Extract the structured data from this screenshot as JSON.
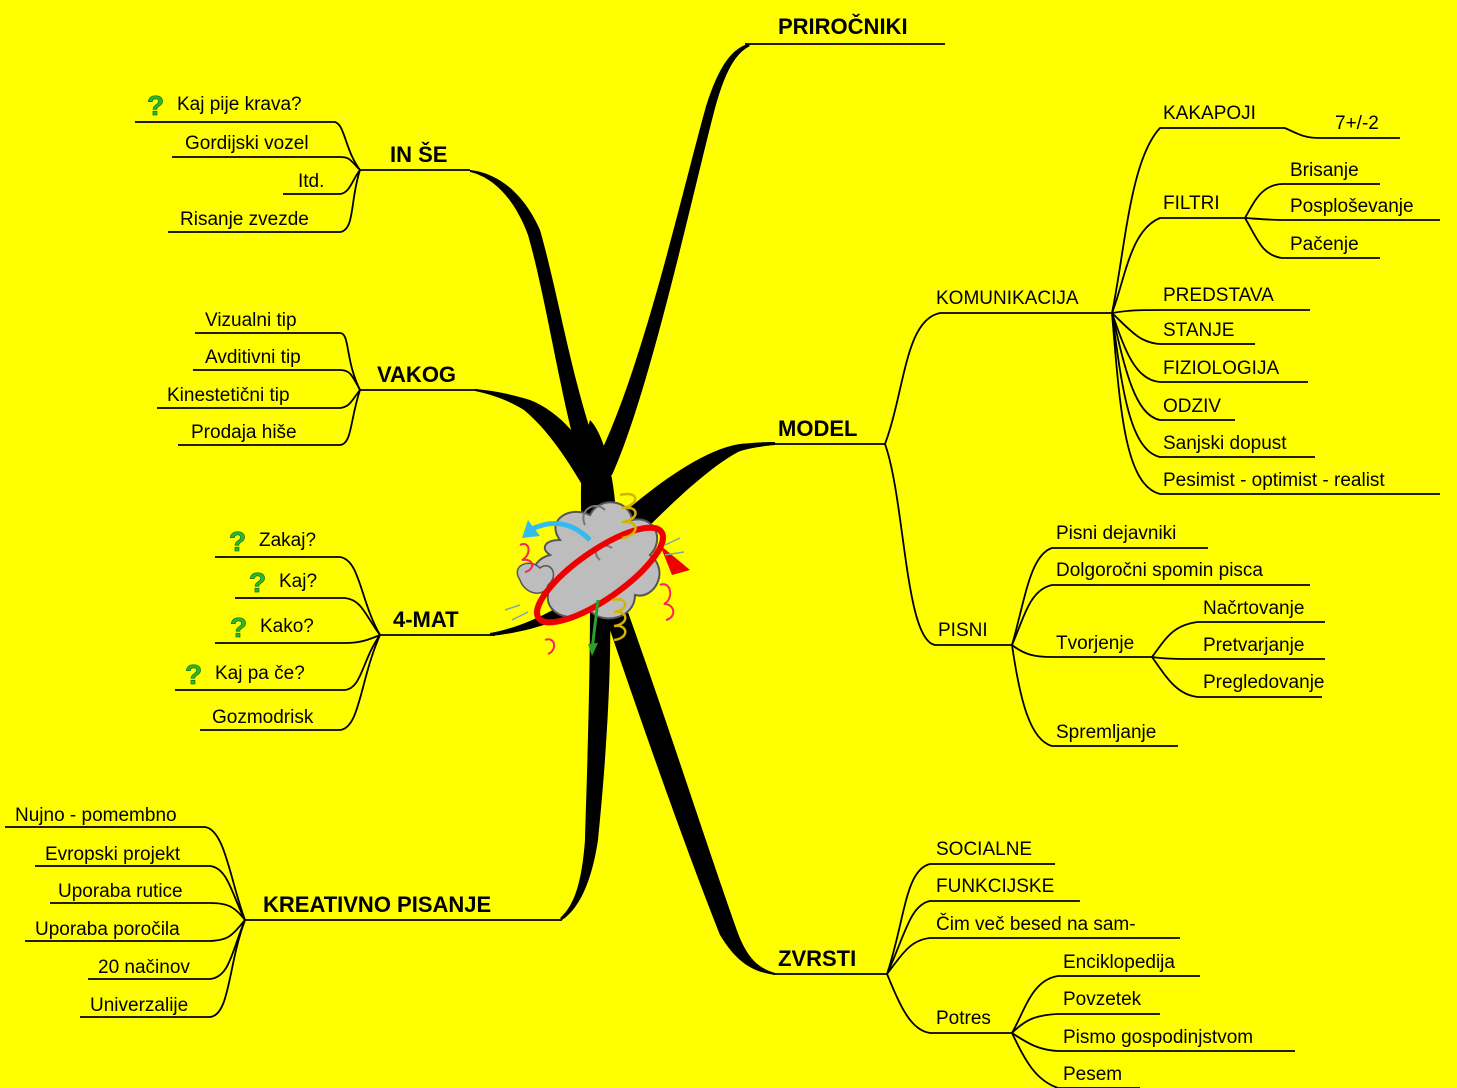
{
  "colors": {
    "background": "#FFFF00",
    "line": "#000000",
    "question_icon": "#2DB82D"
  },
  "center_icon": "explosion-icon",
  "branches": {
    "prirocniki": {
      "title": "PRIROČNIKI"
    },
    "in_se": {
      "title": "IN ŠE",
      "items": [
        {
          "label": "Kaj pije krava?",
          "icon": "question-icon"
        },
        {
          "label": "Gordijski vozel"
        },
        {
          "label": "Itd."
        },
        {
          "label": "Risanje zvezde"
        }
      ]
    },
    "vakog": {
      "title": "VAKOG",
      "items": [
        "Vizualni tip",
        "Avditivni tip",
        "Kinestetični tip",
        "Prodaja hiše"
      ]
    },
    "four_mat": {
      "title": "4-MAT",
      "items": [
        {
          "label": "Zakaj?",
          "icon": "question-icon"
        },
        {
          "label": "Kaj?",
          "icon": "question-icon"
        },
        {
          "label": "Kako?",
          "icon": "question-icon"
        },
        {
          "label": "Kaj pa če?",
          "icon": "question-icon"
        },
        {
          "label": "Gozmodrisk"
        }
      ]
    },
    "kreativno": {
      "title": "KREATIVNO PISANJE",
      "items": [
        "Nujno - pomembno",
        "Evropski projekt",
        "Uporaba rutice",
        "Uporaba poročila",
        "20 načinov",
        "Univerzalije"
      ]
    },
    "model": {
      "title": "MODEL",
      "komunikacija": {
        "title": "KOMUNIKACIJA",
        "kakapoji": {
          "title": "KAKAPOJI",
          "child": "7+/-2"
        },
        "filtri": {
          "title": "FILTRI",
          "items": [
            "Brisanje",
            "Posploševanje",
            "Pačenje"
          ]
        },
        "items": [
          "PREDSTAVA",
          "STANJE",
          "FIZIOLOGIJA",
          "ODZIV",
          "Sanjski dopust",
          "Pesimist - optimist - realist"
        ]
      },
      "pisni": {
        "title": "PISNI",
        "items": [
          "Pisni dejavniki",
          "Dolgoročni spomin pisca"
        ],
        "tvorjenje": {
          "title": "Tvorjenje",
          "items": [
            "Načrtovanje",
            "Pretvarjanje",
            "Pregledovanje"
          ]
        },
        "last": "Spremljanje"
      }
    },
    "zvrsti": {
      "title": "ZVRSTI",
      "items": [
        "SOCIALNE",
        "FUNKCIJSKE",
        "Čim več besed na sam-"
      ],
      "potres": {
        "title": "Potres",
        "items": [
          "Enciklopedija",
          "Povzetek",
          "Pismo gospodinjstvom",
          "Pesem"
        ]
      }
    }
  }
}
